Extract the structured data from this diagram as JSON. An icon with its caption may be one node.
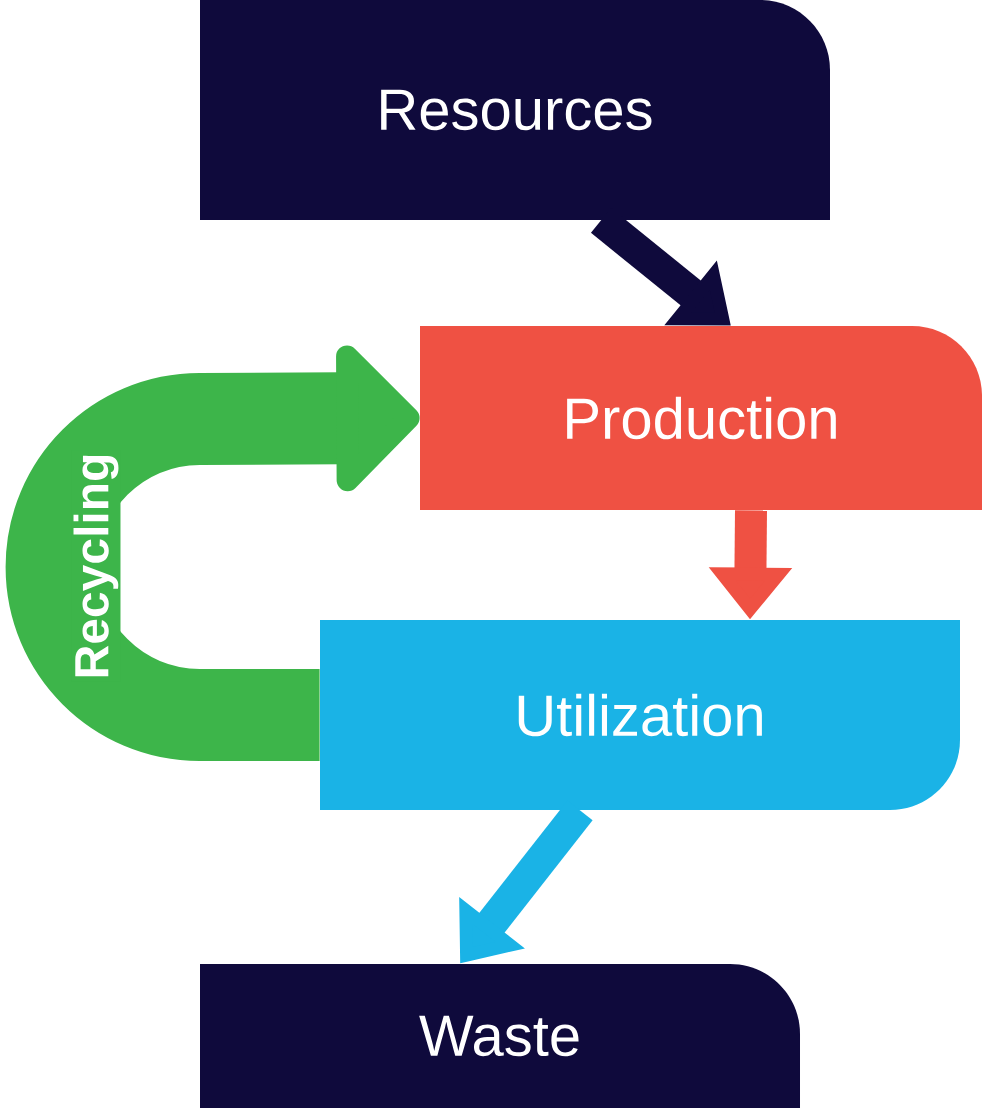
{
  "diagram": {
    "nodes": [
      {
        "text": [
          "Resources"
        ]
      },
      {
        "text": [
          "Production"
        ]
      },
      {
        "text": [
          "Utilization"
        ]
      },
      {
        "text": [
          "Waste"
        ]
      }
    ],
    "edges": [
      {
        "from": 0,
        "to": 1,
        "arrow": "to",
        "color": "#0f0a3c"
      },
      {
        "from": 1,
        "to": 2,
        "arrow": "to",
        "color": "#ef5143"
      },
      {
        "from": 2,
        "to": 3,
        "arrow": "to",
        "color": "#1ab3e6"
      },
      {
        "from": 2,
        "to": 1,
        "arrow": "to",
        "label": "Recycling",
        "style": "thick",
        "color": "#3db54a"
      }
    ]
  }
}
